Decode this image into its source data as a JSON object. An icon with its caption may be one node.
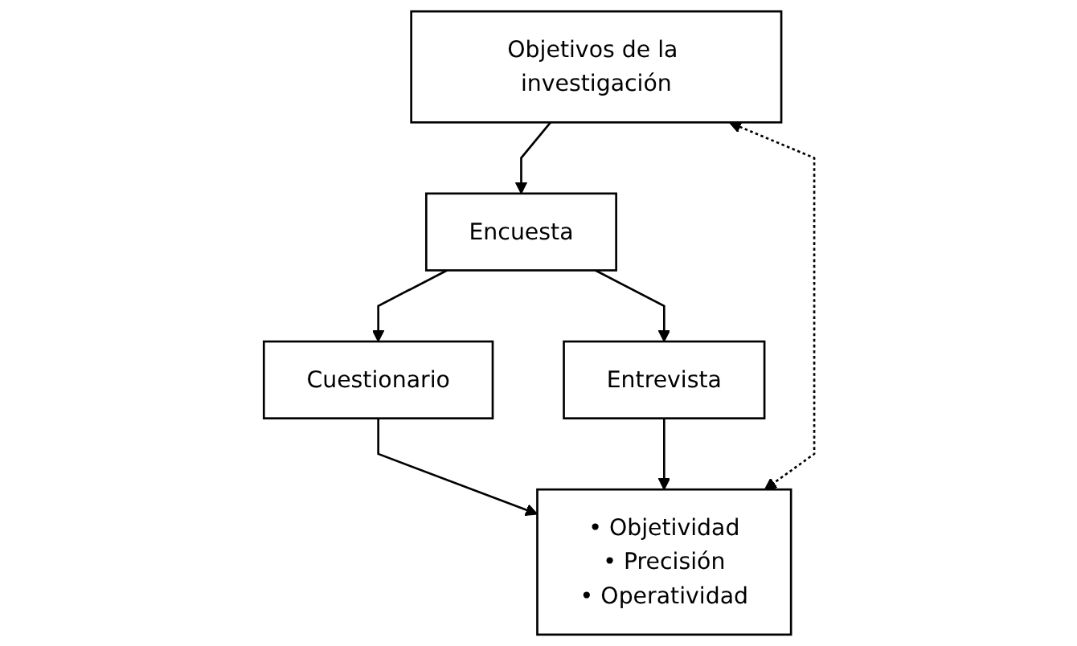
{
  "diagram": {
    "nodes": [
      {
        "text": [
          "Objetivos de la investigación"
        ]
      },
      {
        "text": [
          "Encuesta"
        ]
      },
      {
        "text": [
          "Cuestionario"
        ]
      },
      {
        "text": [
          "Entrevista"
        ]
      },
      {
        "text": [
          "• Objetividad",
          "• Precisión",
          "• Operatividad"
        ]
      }
    ],
    "edges": [
      {
        "from": 0,
        "to": 1,
        "arrow": "to"
      },
      {
        "from": 1,
        "to": 2,
        "arrow": "to"
      },
      {
        "from": 1,
        "to": 3,
        "arrow": "to"
      },
      {
        "from": 2,
        "to": 4,
        "arrow": "to"
      },
      {
        "from": 3,
        "to": 4,
        "arrow": "to"
      },
      {
        "from": 0,
        "to": 4,
        "arrow": "both",
        "style": "dashed"
      }
    ]
  }
}
